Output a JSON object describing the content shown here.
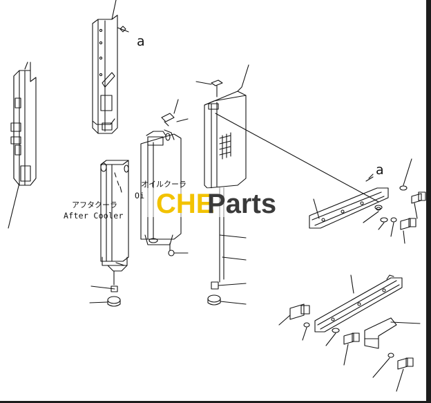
{
  "diagram": {
    "labels": {
      "aftercooler_jp": "アフタクーラ",
      "aftercooler_en": "After Cooler",
      "oilcooler_jp": "オイルクーラ",
      "oilcooler_en_partial": "Oi",
      "ref_a_top": "a",
      "ref_a_right": "a"
    }
  },
  "watermark": {
    "che": "CHE",
    "parts": "Parts",
    "colors": {
      "che": "#f2c200",
      "parts": "#3a3a3a"
    }
  }
}
